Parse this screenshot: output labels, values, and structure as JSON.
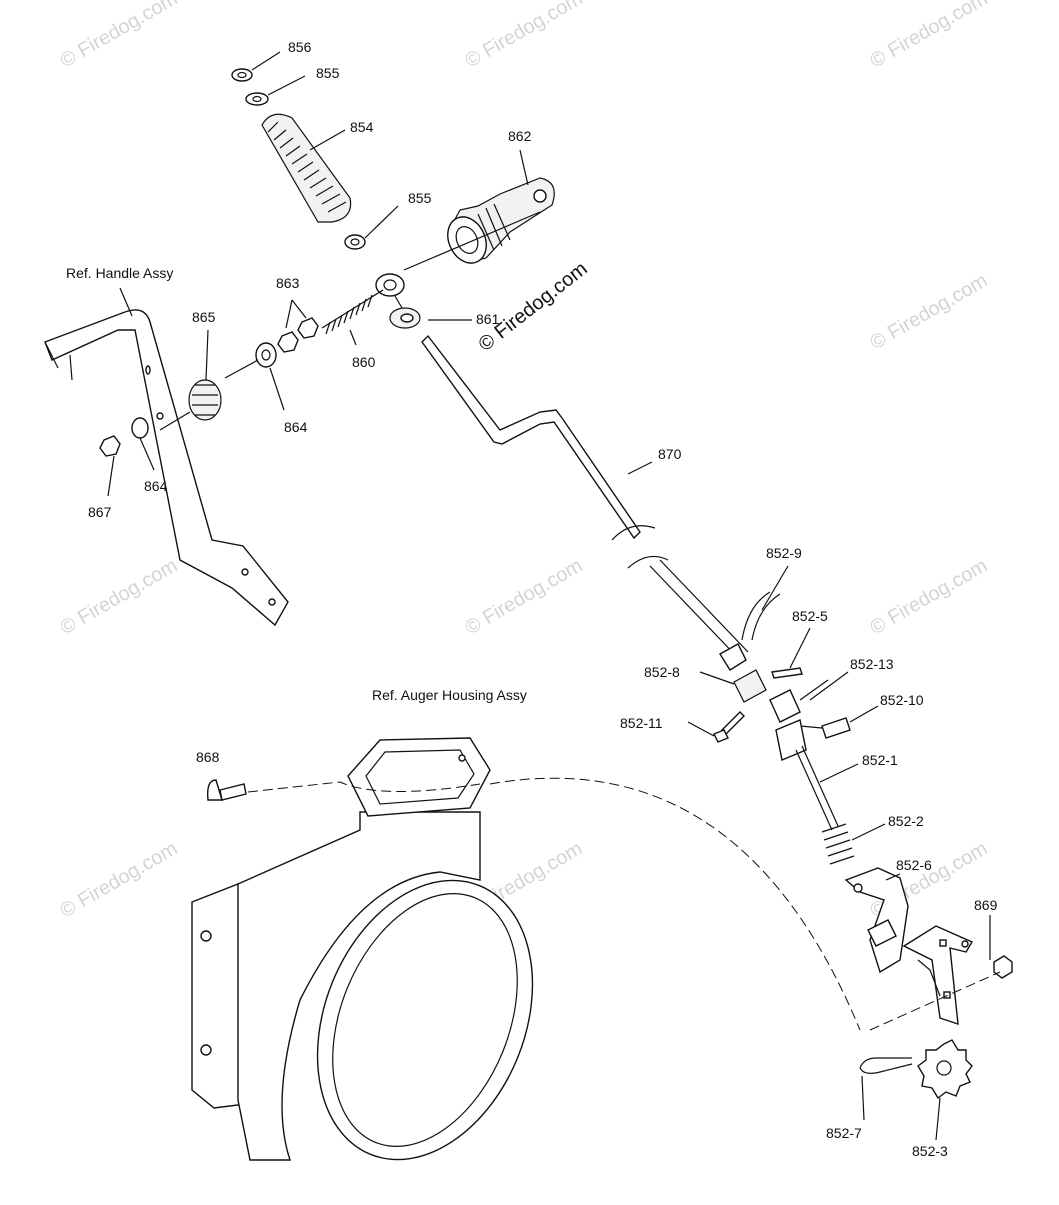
{
  "watermark": {
    "text": "© Firedog.com",
    "center_text": "© Firedog.com",
    "color": "#d4d4d4"
  },
  "references": {
    "handle": "Ref. Handle Assy",
    "auger": "Ref. Auger Housing Assy"
  },
  "part_labels": {
    "p856": "856",
    "p855a": "855",
    "p854": "854",
    "p862": "862",
    "p855b": "855",
    "p863": "863",
    "p865": "865",
    "p861": "861",
    "p860": "860",
    "p864a": "864",
    "p864b": "864",
    "p867": "867",
    "p870": "870",
    "p852_9": "852-9",
    "p852_5": "852-5",
    "p852_8": "852-8",
    "p852_13": "852-13",
    "p852_10": "852-10",
    "p852_11": "852-11",
    "p852_1": "852-1",
    "p852_2": "852-2",
    "p852_6": "852-6",
    "p868": "868",
    "p869": "869",
    "p852_7": "852-7",
    "p852_3": "852-3"
  }
}
